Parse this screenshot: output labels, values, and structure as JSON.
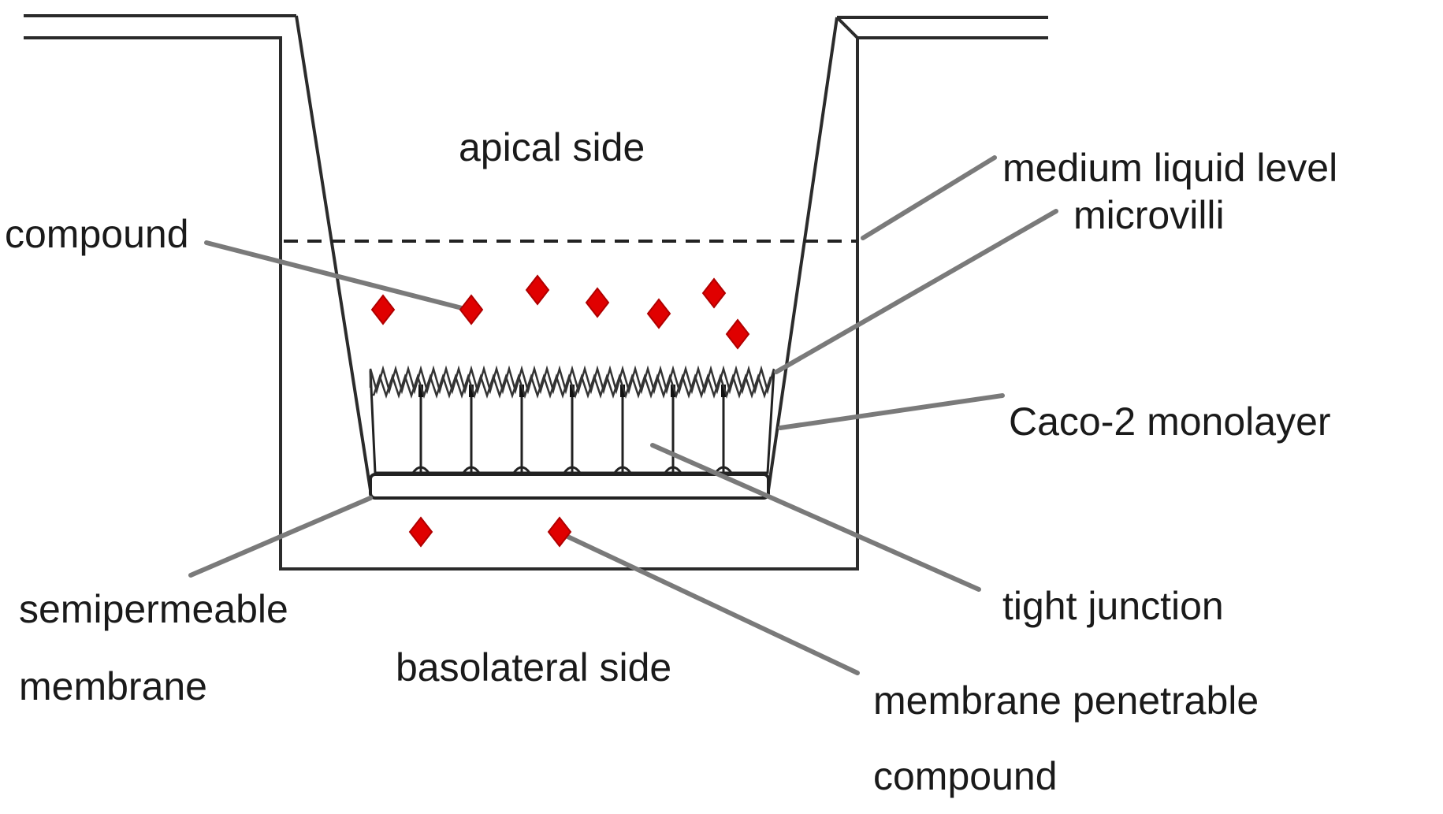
{
  "labels": {
    "apical": "apical side",
    "medium": "medium liquid level",
    "microvilli": "microvilli",
    "compound": "compound",
    "monolayer": "Caco-2 monolayer",
    "tight_junction": "tight junction",
    "membrane_line1": "semipermeable",
    "membrane_line2": "membrane",
    "basolateral": "basolateral side",
    "penetrable_line1": "membrane penetrable",
    "penetrable_line2": "compound"
  },
  "colors": {
    "compound": "#e00000",
    "leader": "#7a7a7a",
    "outline": "#2b2b2b"
  }
}
